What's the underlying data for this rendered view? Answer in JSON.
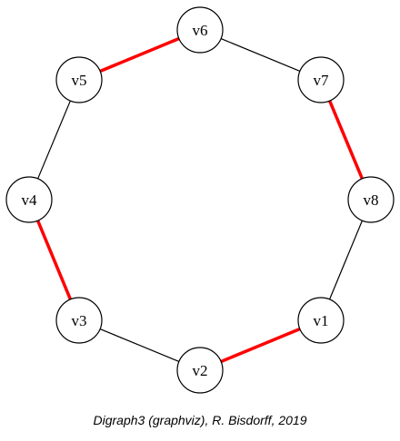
{
  "graph": {
    "nodes": [
      {
        "id": "v1",
        "label": "v1"
      },
      {
        "id": "v2",
        "label": "v2"
      },
      {
        "id": "v3",
        "label": "v3"
      },
      {
        "id": "v4",
        "label": "v4"
      },
      {
        "id": "v5",
        "label": "v5"
      },
      {
        "id": "v6",
        "label": "v6"
      },
      {
        "id": "v7",
        "label": "v7"
      },
      {
        "id": "v8",
        "label": "v8"
      }
    ],
    "edges": [
      {
        "from": "v6",
        "to": "v7",
        "highlighted": false
      },
      {
        "from": "v5",
        "to": "v6",
        "highlighted": true
      },
      {
        "from": "v5",
        "to": "v4",
        "highlighted": false
      },
      {
        "from": "v4",
        "to": "v3",
        "highlighted": true
      },
      {
        "from": "v3",
        "to": "v2",
        "highlighted": false
      },
      {
        "from": "v2",
        "to": "v1",
        "highlighted": true
      },
      {
        "from": "v1",
        "to": "v8",
        "highlighted": false
      },
      {
        "from": "v8",
        "to": "v7",
        "highlighted": true
      }
    ],
    "colors": {
      "edge": "#000000",
      "highlight": "#ff0000",
      "node_fill": "#ffffff",
      "node_stroke": "#000000"
    }
  },
  "caption": "Digraph3 (graphviz), R. Bisdorff, 2019"
}
